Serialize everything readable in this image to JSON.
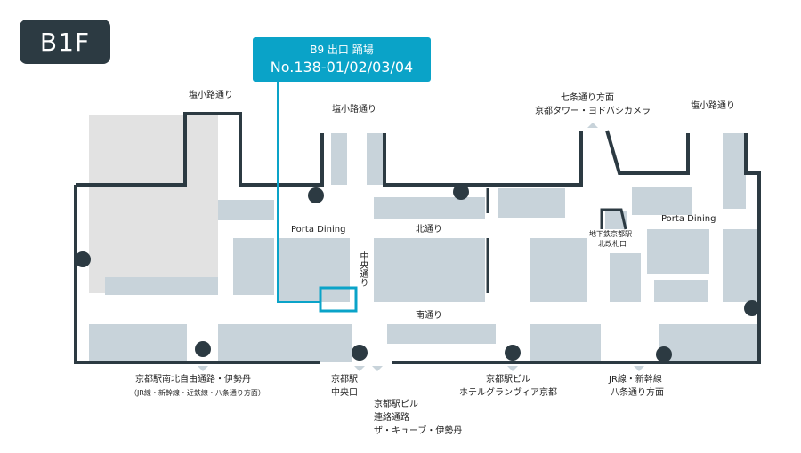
{
  "floor": "B1F",
  "callout": {
    "line1": "B9 出口 踊場",
    "line2": "No.138-01/02/03/04"
  },
  "colors": {
    "wall": "#2c3a42",
    "shop": "#c8d3da",
    "highlight": "#0aa3c8",
    "area": "#e2e2e2"
  },
  "labels": {
    "shiokoji_left": "塩小路通り",
    "shiokoji_center": "塩小路通り",
    "shiokoji_right": "塩小路通り",
    "shichijo_1": "七条通り方面",
    "shichijo_2": "京都タワー・ヨドバシカメラ",
    "porta_left": "Porta Dining",
    "porta_right": "Porta Dining",
    "kita_dori": "北通り",
    "minami_dori": "南通り",
    "chuo_dori": "中央通り",
    "subway_1": "地下鉄京都駅",
    "subway_2": "北改札口",
    "south_north_1": "京都駅南北自由通路・伊勢丹",
    "south_north_2": "（JR線・新幹線・近鉄線・八条通り方面）",
    "central_1": "京都駅",
    "central_2": "中央口",
    "link_1": "京都駅ビル",
    "link_2": "連絡通路",
    "link_3": "ザ・キューブ・伊勢丹",
    "granvia_1": "京都駅ビル",
    "granvia_2": "ホテルグランヴィア京都",
    "jr_1": "JR線・新幹線",
    "jr_2": "八条通り方面"
  },
  "icons": [
    "restroom-icon",
    "escalator-icon",
    "elevator-icon",
    "exit-arrow-icon"
  ]
}
